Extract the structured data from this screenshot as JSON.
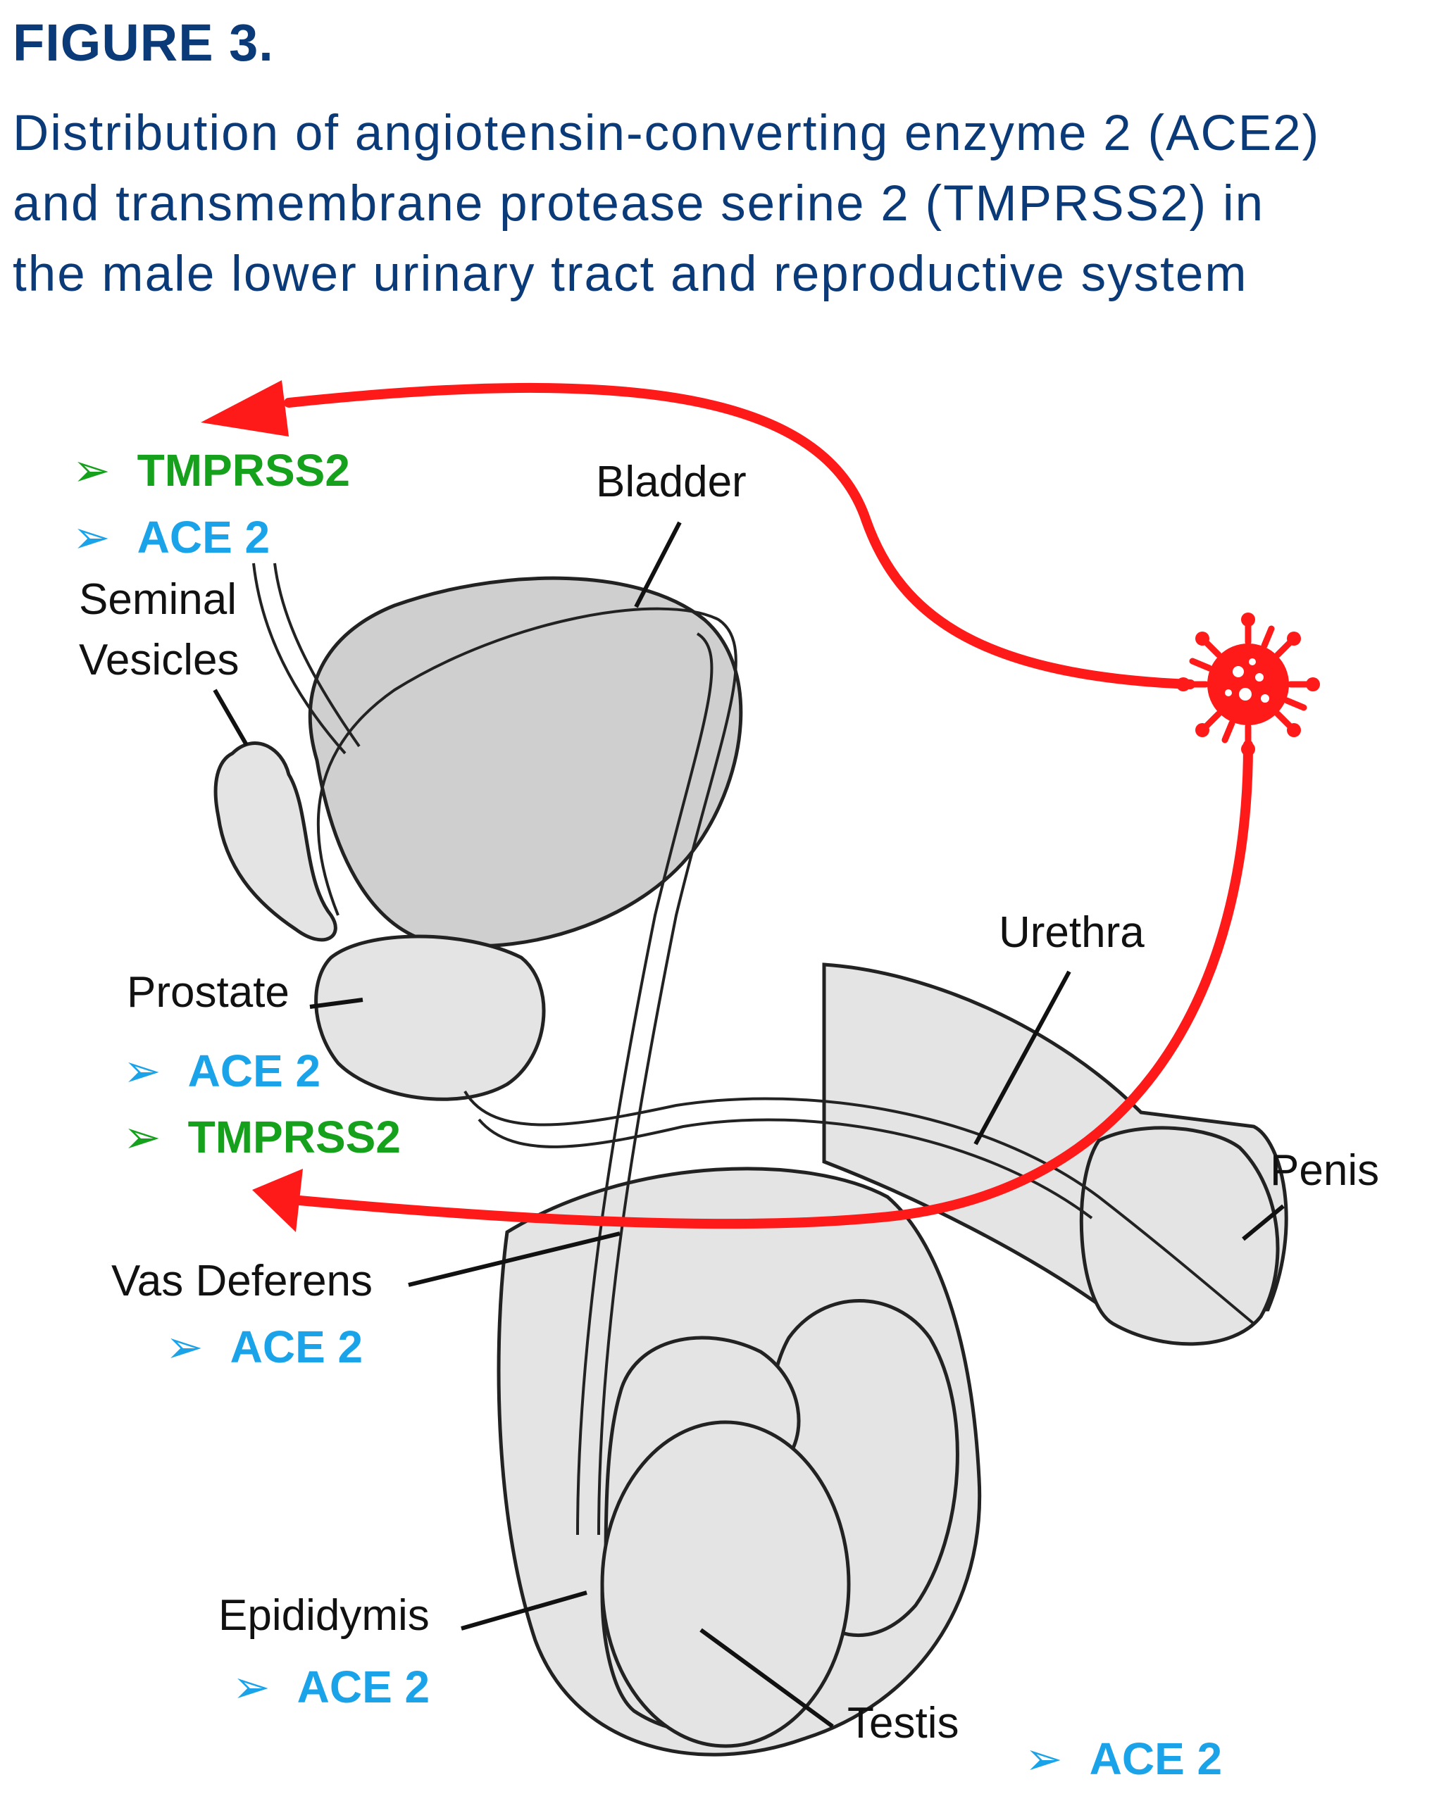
{
  "figure_label": "FIGURE 3.",
  "caption_lines": [
    "Distribution of angiotensin-converting enzyme 2 (ACE2)",
    "and transmembrane protease serine 2 (TMPRSS2) in",
    "the male lower urinary tract and reproductive system"
  ],
  "organs": {
    "bladder": "Bladder",
    "seminal_vesicles_line1": "Seminal",
    "seminal_vesicles_line2": "Vesicles",
    "prostate": "Prostate",
    "urethra": "Urethra",
    "penis": "Penis",
    "vas_deferens": "Vas Deferens",
    "epididymis": "Epididymis",
    "testis": "Testis"
  },
  "markers": {
    "seminal_vesicles": [
      "TMPRSS2",
      "ACE 2"
    ],
    "prostate": [
      "ACE 2",
      "TMPRSS2"
    ],
    "vas_deferens": [
      "ACE 2"
    ],
    "epididymis": [
      "ACE 2"
    ],
    "testis": [
      "ACE 2"
    ]
  },
  "bullet_glyph": "➢",
  "colors": {
    "title": "#0b3a78",
    "ace2": "#1aa3e8",
    "tmprss2": "#16a11c",
    "virus_arrows": "#ff1a1a"
  },
  "icons": [
    "virus-icon",
    "arrow-right-bullet-icon"
  ]
}
